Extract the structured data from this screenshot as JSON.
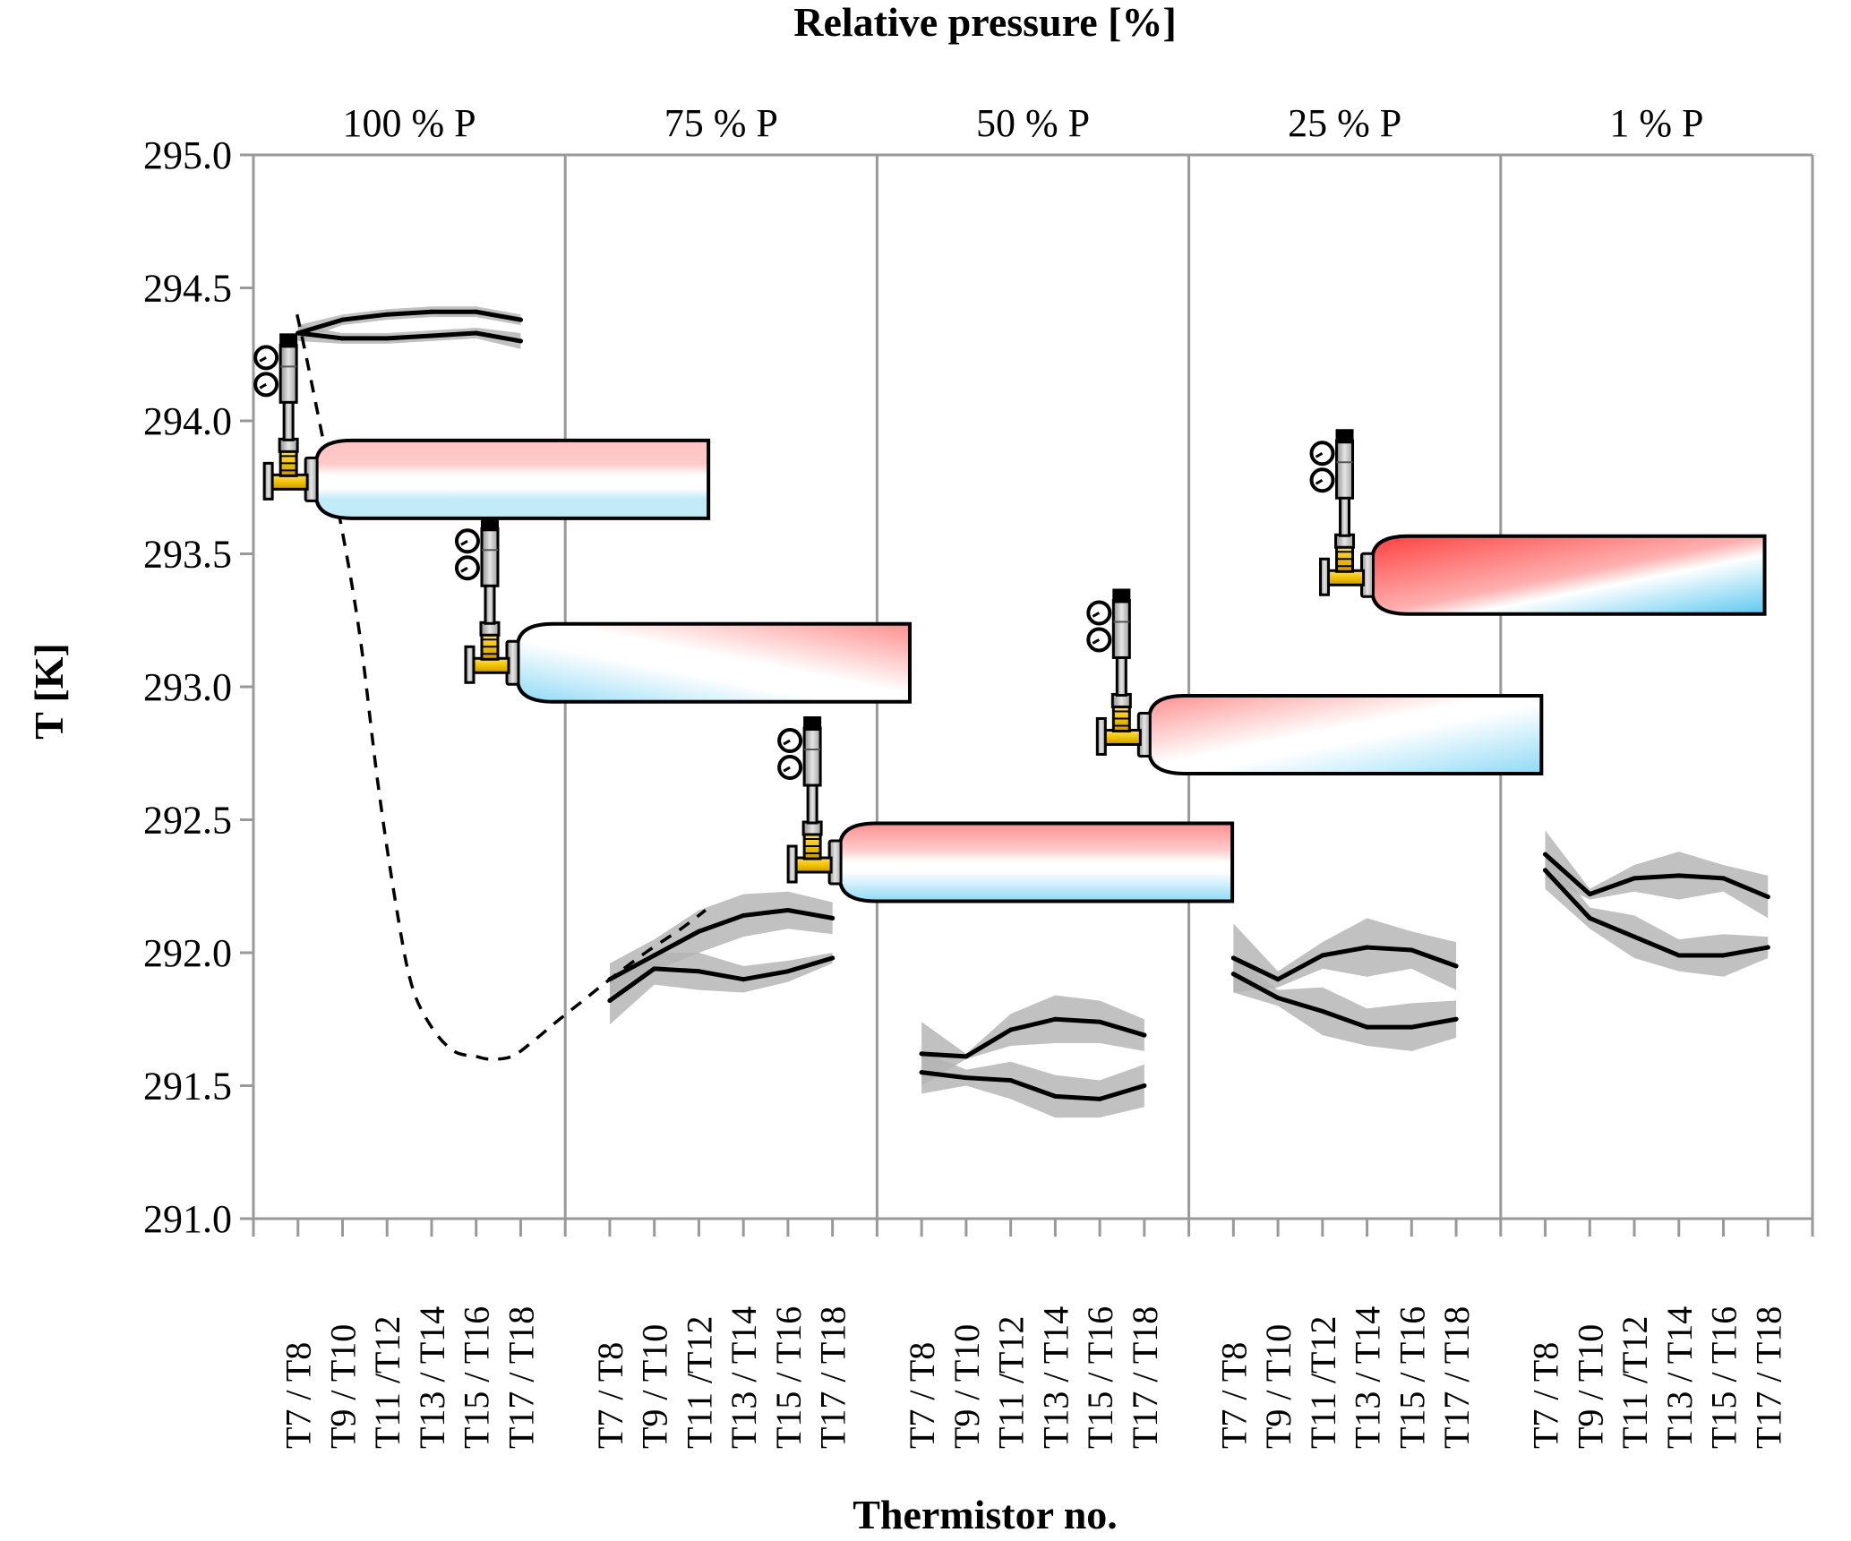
{
  "chart_data": {
    "type": "line",
    "title": "Relative pressure [%]",
    "xlabel": "Thermistor no.",
    "ylabel": "T [K]",
    "ylim": [
      291.0,
      295.0
    ],
    "yticks": [
      "295.0",
      "294.5",
      "294.0",
      "293.5",
      "293.0",
      "292.5",
      "292.0",
      "291.5",
      "291.0"
    ],
    "grid": false,
    "legend": "none",
    "categories": [
      "T7 / T8",
      "T9 / T10",
      "T11 /T12",
      "T13 / T14",
      "T15 / T16",
      "T17 / T18"
    ],
    "panels": [
      {
        "label": "100 % P",
        "series": [
          {
            "name": "upper",
            "values": [
              294.33,
              294.38,
              294.4,
              294.41,
              294.41,
              294.38
            ],
            "band": [
              0.03,
              0.02,
              0.02,
              0.02,
              0.02,
              0.02
            ]
          },
          {
            "name": "lower",
            "values": [
              294.33,
              294.31,
              294.31,
              294.32,
              294.33,
              294.3
            ],
            "band": [
              0.03,
              0.02,
              0.02,
              0.02,
              0.02,
              0.03
            ]
          }
        ],
        "cylinder_gradient": "horizontal-stripes-light"
      },
      {
        "label": "75 % P",
        "series": [
          {
            "name": "upper",
            "values": [
              291.9,
              291.99,
              292.08,
              292.14,
              292.16,
              292.13
            ],
            "band": [
              0.06,
              0.06,
              0.08,
              0.08,
              0.07,
              0.06
            ]
          },
          {
            "name": "lower",
            "values": [
              291.82,
              291.94,
              291.93,
              291.9,
              291.93,
              291.98
            ],
            "band": [
              0.09,
              0.06,
              0.07,
              0.05,
              0.04,
              0.02
            ]
          }
        ],
        "cylinder_gradient": "diagonal-blue-to-red"
      },
      {
        "label": "50 % P",
        "series": [
          {
            "name": "upper",
            "values": [
              291.62,
              291.61,
              291.71,
              291.75,
              291.74,
              291.69
            ],
            "band": [
              0.12,
              0.01,
              0.06,
              0.09,
              0.08,
              0.06
            ]
          },
          {
            "name": "lower",
            "values": [
              291.55,
              291.53,
              291.52,
              291.46,
              291.45,
              291.5
            ],
            "band": [
              0.08,
              0.03,
              0.07,
              0.08,
              0.07,
              0.08
            ]
          }
        ],
        "cylinder_gradient": "horizontal-red-white-blue"
      },
      {
        "label": "25 % P",
        "series": [
          {
            "name": "upper",
            "values": [
              291.98,
              291.9,
              291.99,
              292.02,
              292.01,
              291.95
            ],
            "band": [
              0.13,
              0.03,
              0.05,
              0.11,
              0.07,
              0.09
            ]
          },
          {
            "name": "lower",
            "values": [
              291.92,
              291.83,
              291.78,
              291.72,
              291.72,
              291.75
            ],
            "band": [
              0.07,
              0.03,
              0.09,
              0.07,
              0.09,
              0.07
            ]
          }
        ],
        "cylinder_gradient": "diagonal-red-to-blue-light"
      },
      {
        "label": "1 % P",
        "series": [
          {
            "name": "upper",
            "values": [
              292.37,
              292.22,
              292.28,
              292.29,
              292.28,
              292.21
            ],
            "band": [
              0.09,
              0.02,
              0.05,
              0.09,
              0.05,
              0.08
            ]
          },
          {
            "name": "lower",
            "values": [
              292.31,
              292.13,
              292.06,
              291.99,
              291.99,
              292.02
            ],
            "band": [
              0.07,
              0.04,
              0.08,
              0.06,
              0.08,
              0.04
            ]
          }
        ],
        "cylinder_gradient": "diagonal-red-to-blue-strong"
      }
    ],
    "trend": {
      "name": "dashed-trend-curve",
      "style": "dashed",
      "points": [
        [
          0.98,
          294.4
        ],
        [
          1.2,
          294.23
        ],
        [
          1.6,
          293.9
        ],
        [
          2.0,
          293.58
        ],
        [
          2.4,
          293.18
        ],
        [
          2.8,
          292.63
        ],
        [
          3.2,
          292.18
        ],
        [
          3.55,
          291.88
        ],
        [
          4.0,
          291.72
        ],
        [
          4.5,
          291.63
        ],
        [
          5.0,
          291.61
        ],
        [
          5.3,
          291.6
        ],
        [
          5.8,
          291.61
        ],
        [
          6.3,
          291.67
        ],
        [
          6.8,
          291.74
        ],
        [
          7.4,
          291.82
        ],
        [
          8.0,
          291.9
        ],
        [
          8.8,
          292.0
        ],
        [
          9.6,
          292.09
        ],
        [
          10.15,
          292.16
        ]
      ]
    },
    "cylinders": [
      {
        "panel": "100 % P",
        "T_center": 293.78
      },
      {
        "panel": "75 % P",
        "T_center": 293.09
      },
      {
        "panel": "50 % P",
        "T_center": 292.34
      },
      {
        "panel": "25 % P",
        "T_center": 292.82
      },
      {
        "panel": "1 % P",
        "T_center": 293.42
      }
    ]
  },
  "colors": {
    "axis": "#999999",
    "band": "#b3b3b3",
    "line": "#000000",
    "hot": "#ff4c4c",
    "cold": "#5bc8f0",
    "brass": "#f2c200"
  }
}
